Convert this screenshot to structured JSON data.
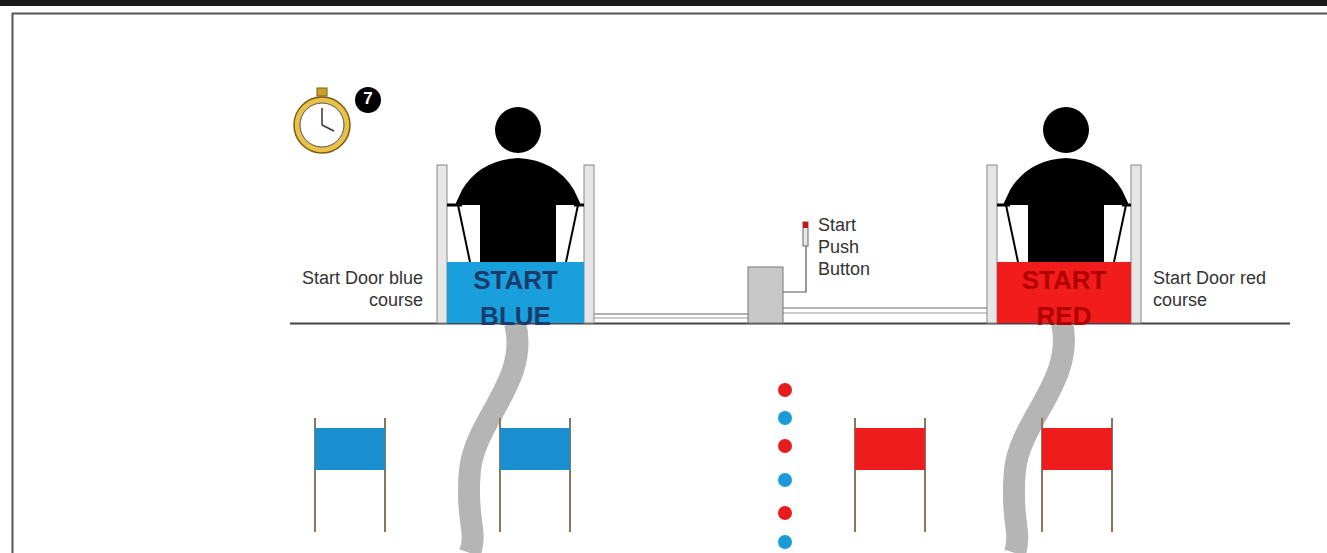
{
  "diagram": {
    "nodes": [
      {
        "text": [
          "START BLUE"
        ]
      },
      {
        "text": [
          "START RED"
        ]
      }
    ],
    "labels": [
      "7",
      "Start Door blue course",
      "Start Push Button",
      "Start Door red course"
    ]
  }
}
